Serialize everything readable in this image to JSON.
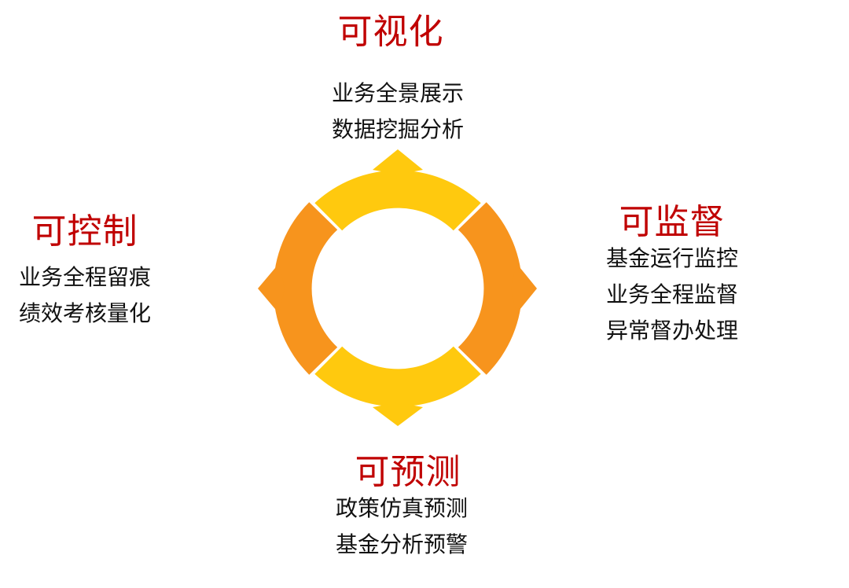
{
  "diagram": {
    "type": "four-segment-ring",
    "colors": {
      "title": "#c00000",
      "text": "#111111",
      "segment_yellow": "#ffc90e",
      "segment_orange": "#f7941d",
      "background": "#ffffff"
    },
    "segments": [
      {
        "position": "top",
        "color": "#ffc90e",
        "title": "可视化",
        "items": [
          "业务全景展示",
          "数据挖掘分析"
        ]
      },
      {
        "position": "left",
        "color": "#f7941d",
        "title": "可控制",
        "items": [
          "业务全程留痕",
          "绩效考核量化"
        ]
      },
      {
        "position": "right",
        "color": "#f7941d",
        "title": "可监督",
        "items": [
          "基金运行监控",
          "业务全程监督",
          "异常督办处理"
        ]
      },
      {
        "position": "bottom",
        "color": "#ffc90e",
        "title": "可预测",
        "items": [
          "政策仿真预测",
          "基金分析预警"
        ]
      }
    ]
  }
}
